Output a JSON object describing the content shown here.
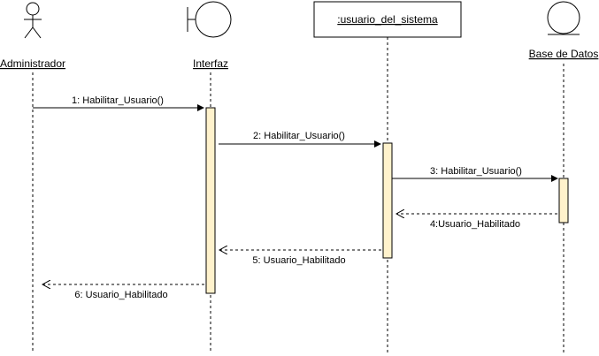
{
  "participants": {
    "actor": {
      "label": "Administrador"
    },
    "boundary": {
      "label": "Interfaz"
    },
    "object": {
      "label": ":usuario_del_sistema"
    },
    "entity": {
      "label": "Base de Datos"
    }
  },
  "messages": [
    {
      "label": "1: Habilitar_Usuario()",
      "kind": "call"
    },
    {
      "label": "2: Habilitar_Usuario()",
      "kind": "call"
    },
    {
      "label": "3: Habilitar_Usuario()",
      "kind": "call"
    },
    {
      "label": "4:Usuario_Habilitado",
      "kind": "return"
    },
    {
      "label": "5: Usuario_Habilitado",
      "kind": "return"
    },
    {
      "label": "6: Usuario_Habilitado",
      "kind": "return"
    }
  ],
  "colors": {
    "activation": "#fff2cc",
    "line": "#000000"
  }
}
